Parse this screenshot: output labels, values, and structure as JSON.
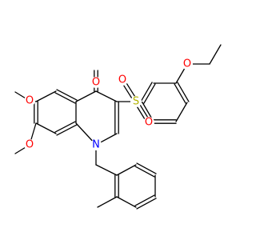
{
  "molecule": {
    "atom_labels": {
      "O_ethoxy": "O",
      "O_carbonyl": "O",
      "O_sulfonyl_top": "O",
      "S": "S",
      "O_sulfonyl_bottom": "O",
      "O_methoxy_6": "O",
      "O_methoxy_7": "O",
      "N": "N"
    },
    "colors": {
      "bond": "#000000",
      "oxygen": "#ff0000",
      "sulfur": "#b3b300",
      "nitrogen": "#0000ff"
    }
  }
}
